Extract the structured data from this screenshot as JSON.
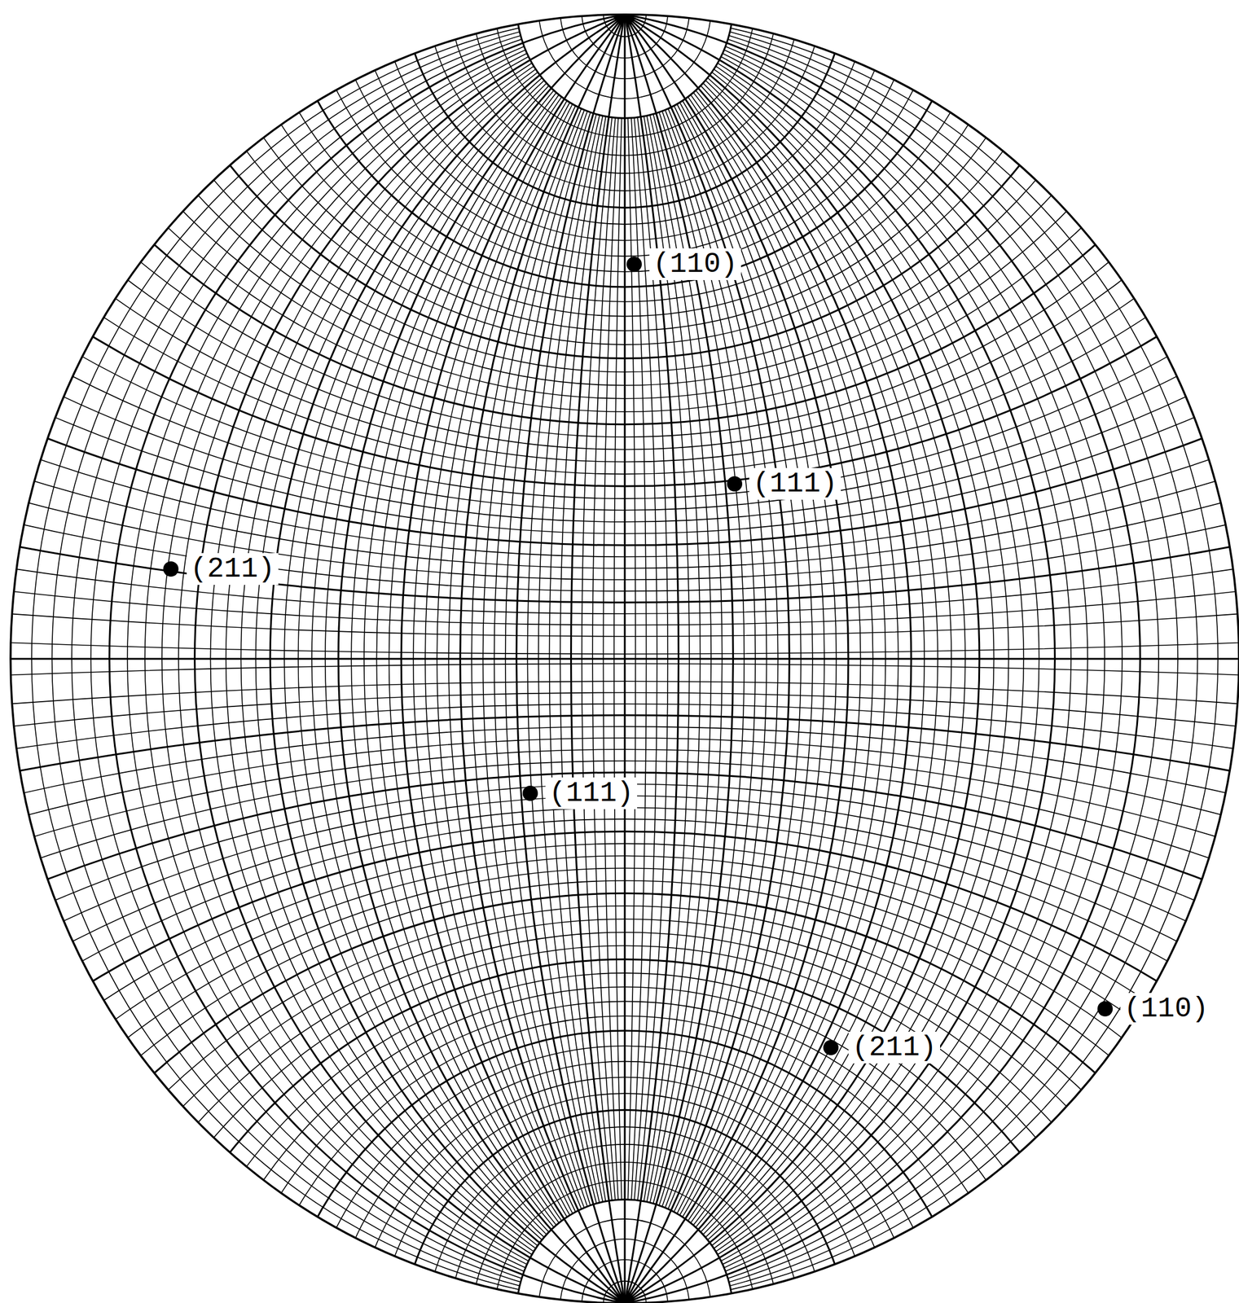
{
  "diagram": {
    "labels": [
      "(110)",
      "(111)",
      "(211)",
      "(111)",
      "(211)",
      "(110)"
    ]
  }
}
